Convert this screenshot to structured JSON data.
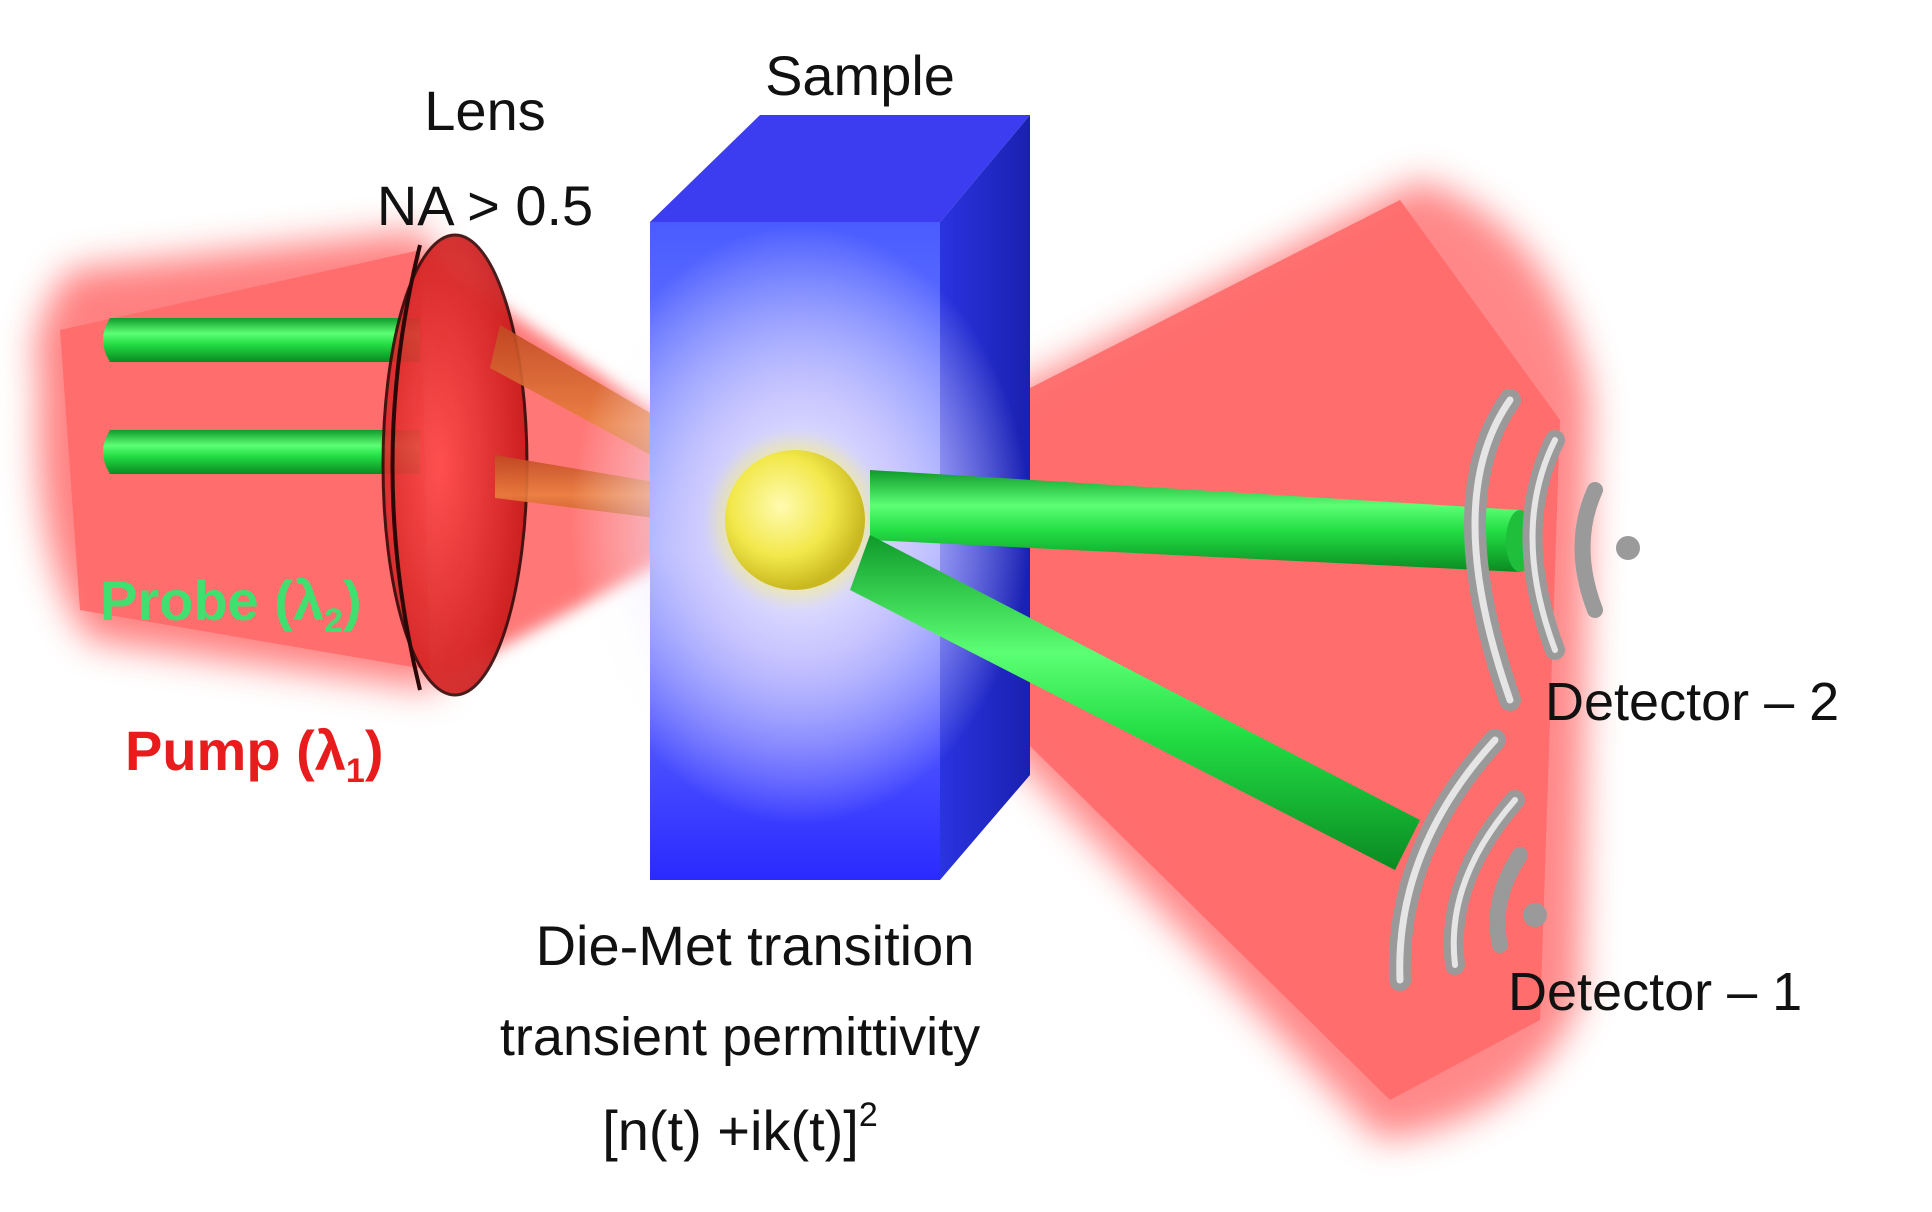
{
  "labels": {
    "lens_title": "Lens",
    "lens_na": "NA > 0.5",
    "sample": "Sample",
    "probe_prefix": "Probe (λ",
    "probe_sub": "2",
    "probe_suffix": ")",
    "pump_prefix": "Pump (λ",
    "pump_sub": "1",
    "pump_suffix": ")",
    "transition_line1": "Die-Met transition",
    "transition_line2": "transient permittivity",
    "transition_line3_main": "[n(t) +ik(t)]",
    "transition_line3_sup": "2",
    "detector_2": "Detector – 2",
    "detector_1": "Detector – 1"
  },
  "colors": {
    "pump": "#ff5a5a",
    "probe": "#22dd44",
    "sample": "#2a2aff",
    "particle": "#f2e84a",
    "pump_label": "#e81c1c",
    "probe_label": "#3fe070",
    "detector": "#a8a8a8"
  }
}
